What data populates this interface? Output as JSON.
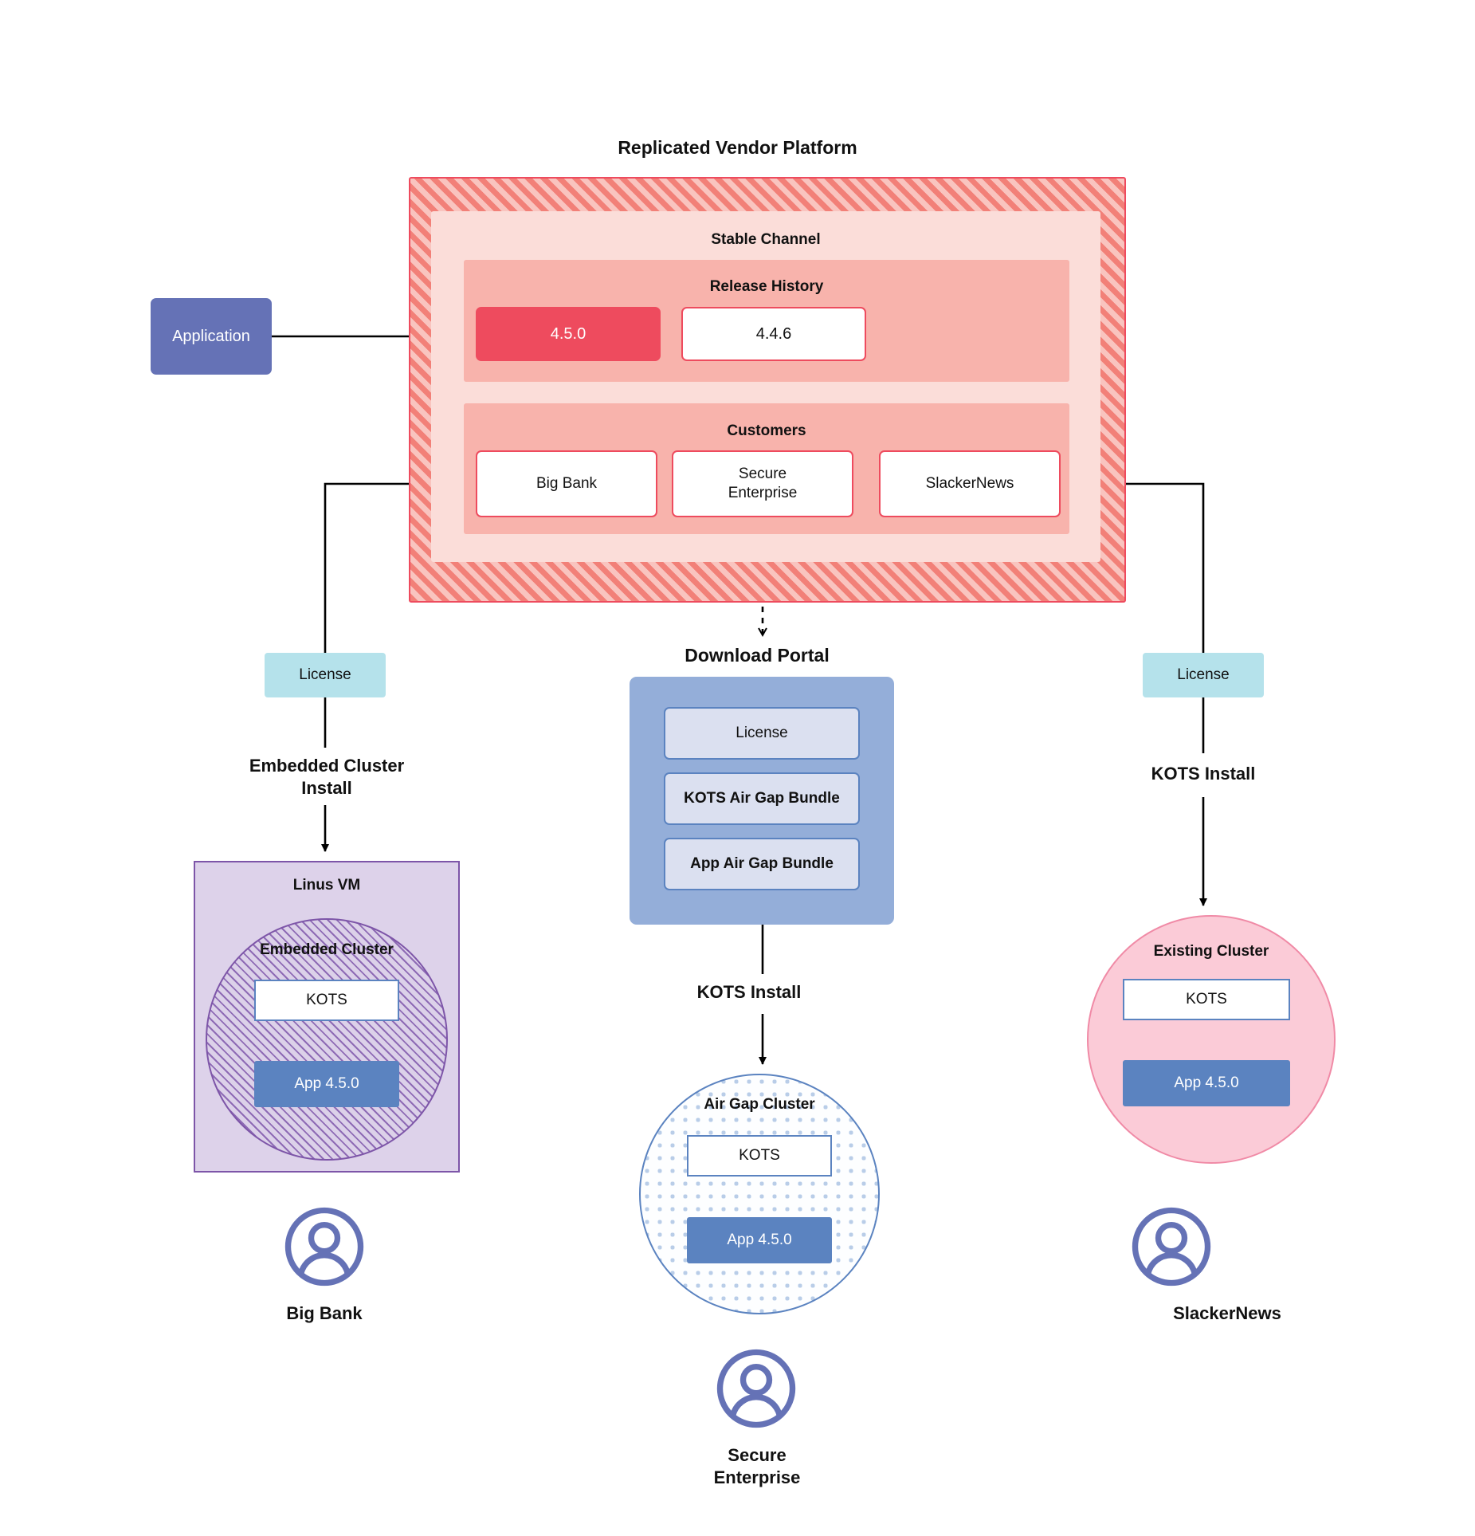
{
  "diagram": {
    "title": "Replicated Vendor Platform"
  },
  "application": {
    "label": "Application"
  },
  "vendor_platform": {
    "title": "Replicated Vendor Platform",
    "channel": {
      "label": "Stable Channel",
      "release_history": {
        "label": "Release History",
        "releases": [
          {
            "version": "4.5.0",
            "state": "active"
          },
          {
            "version": "4.4.6",
            "state": "previous"
          }
        ]
      },
      "customers": {
        "label": "Customers",
        "items": [
          {
            "name": "Big Bank"
          },
          {
            "name": "Secure\nEnterprise"
          },
          {
            "name": "SlackerNews"
          }
        ]
      }
    }
  },
  "branches": {
    "left": {
      "license_label": "License",
      "install_label": "Embedded Cluster\nInstall",
      "host": {
        "label": "Linus VM",
        "cluster_label": "Embedded Cluster",
        "kots_label": "KOTS",
        "app_label": "App 4.5.0"
      },
      "persona": {
        "name": "Big Bank",
        "icon": "user-avatar-icon"
      }
    },
    "center": {
      "portal_title": "Download  Portal",
      "portal_items": [
        {
          "label": "License"
        },
        {
          "label": "KOTS Air Gap Bundle"
        },
        {
          "label": "App Air Gap Bundle"
        }
      ],
      "install_label": "KOTS Install",
      "cluster": {
        "label": "Air Gap Cluster",
        "kots_label": "KOTS",
        "app_label": "App 4.5.0"
      },
      "persona": {
        "name": "Secure\nEnterprise",
        "icon": "user-avatar-icon"
      }
    },
    "right": {
      "license_label": "License",
      "install_label": "KOTS Install",
      "cluster": {
        "label": "Existing Cluster",
        "kots_label": "KOTS",
        "app_label": "App 4.5.0"
      },
      "persona": {
        "name": "SlackerNews",
        "icon": "user-avatar-icon"
      }
    }
  },
  "colors": {
    "platform_hatch": "#F28078",
    "platform_border": "#EE4B5E",
    "channel_bg": "#FBDDD9",
    "band_bg": "#F8B3AC",
    "release_active": "#EE4B5E",
    "application": "#6572B6",
    "license_chip": "#B5E2EB",
    "portal_bg": "#94AED9",
    "portal_item": "#DBE0F0",
    "app_blue": "#5B83C0",
    "vm_purple": "#DDD2EA",
    "vm_border": "#7D55A8",
    "existing_cluster": "#FBCBD7",
    "avatar": "#6572B6"
  }
}
